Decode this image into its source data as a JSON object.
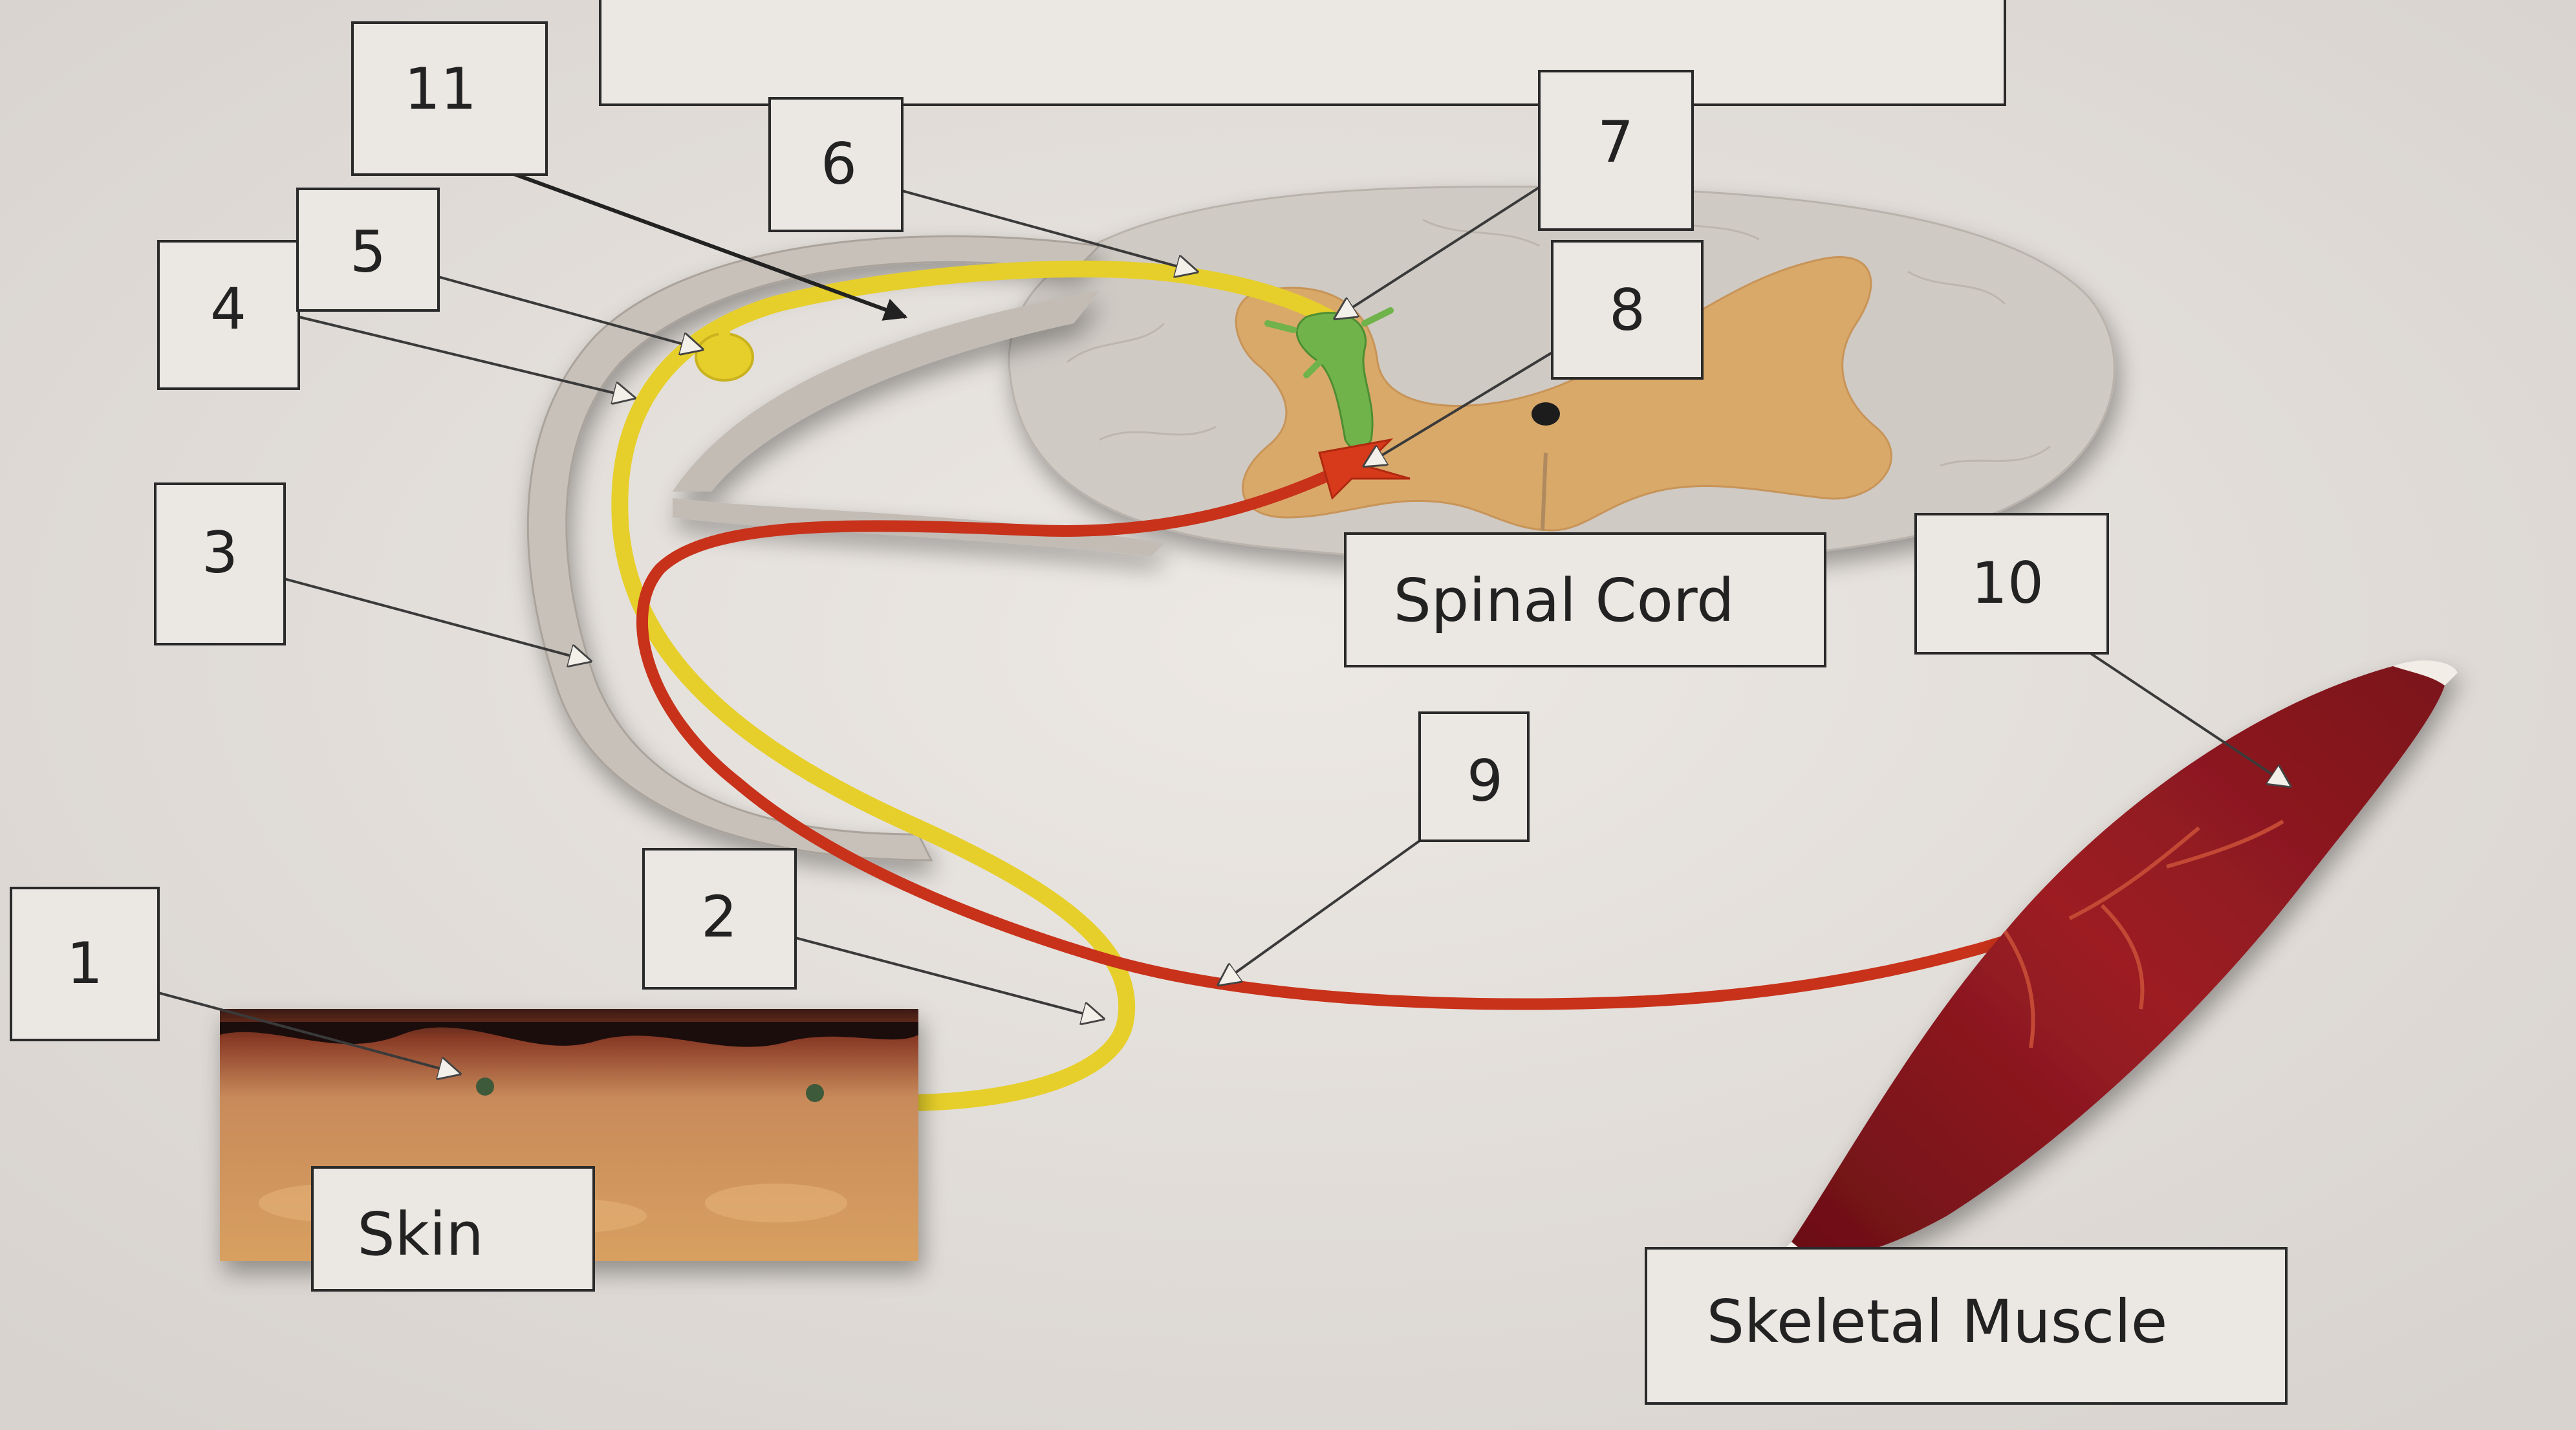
{
  "labels": {
    "n1": "1",
    "n2": "2",
    "n3": "3",
    "n4": "4",
    "n5": "5",
    "n6": "6",
    "n7": "7",
    "n8": "8",
    "n9": "9",
    "n10": "10",
    "n11": "11",
    "spinal_cord": "Spinal Cord",
    "skin": "Skin",
    "skeletal_muscle": "Skeletal Muscle",
    "top_box": ""
  },
  "colors": {
    "background": "#e6e1dc",
    "sensory_neuron": "#e6cf2a",
    "motor_neuron": "#c8321a",
    "interneuron": "#6fb34a",
    "gray_matter": "#d9a96a",
    "white_matter": "#cfcac4",
    "muscle": "#8e1a1f",
    "label_box_border": "#2a2a2a"
  }
}
